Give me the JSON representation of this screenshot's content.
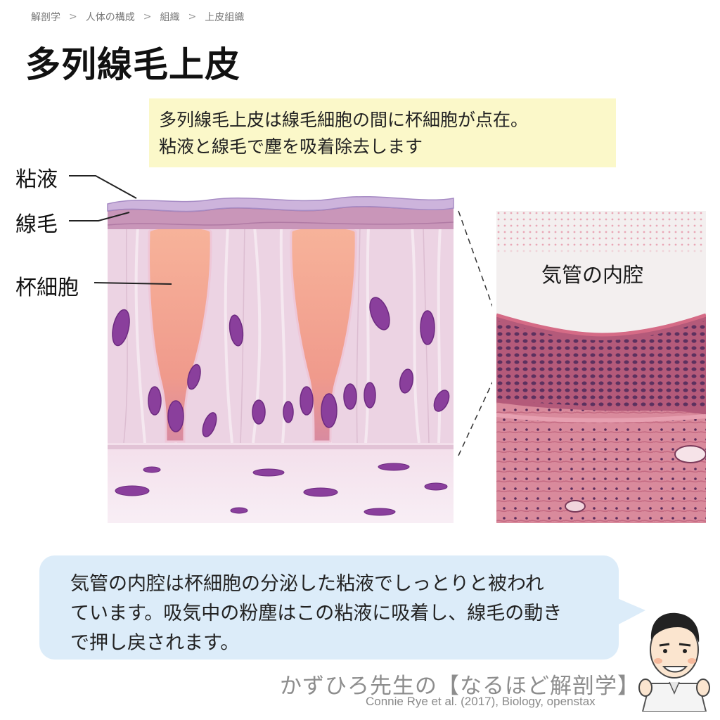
{
  "breadcrumb": [
    "解剖学",
    "人体の構成",
    "組織",
    "上皮組織"
  ],
  "breadcrumb_separator": ">",
  "title": "多列線毛上皮",
  "summary_lines": [
    "多列線毛上皮は線毛細胞の間に杯細胞が点在。",
    "粘液と線毛で塵を吸着除去します"
  ],
  "labels": {
    "mucus": "粘液",
    "cilia": "線毛",
    "goblet_cell": "杯細胞"
  },
  "micrograph_label": "気管の内腔",
  "explanation_lines": [
    "気管の内腔は杯細胞の分泌した粘液でしっとりと被われ",
    "ています。吸気中の粉塵はこの粘液に吸着し、線毛の動き",
    "で押し戻されます。"
  ],
  "brand": "かずひろ先生の【なるほど解剖学】",
  "credit": "Connie Rye et al. (2017), Biology, openstax",
  "colors": {
    "note_background": "#fbf8c9",
    "bubble_background": "#dcecf9",
    "tissue_pink": "#ecd3e3",
    "nucleus_purple": "#8a3f9c",
    "goblet_orange": "#f5a68f"
  }
}
